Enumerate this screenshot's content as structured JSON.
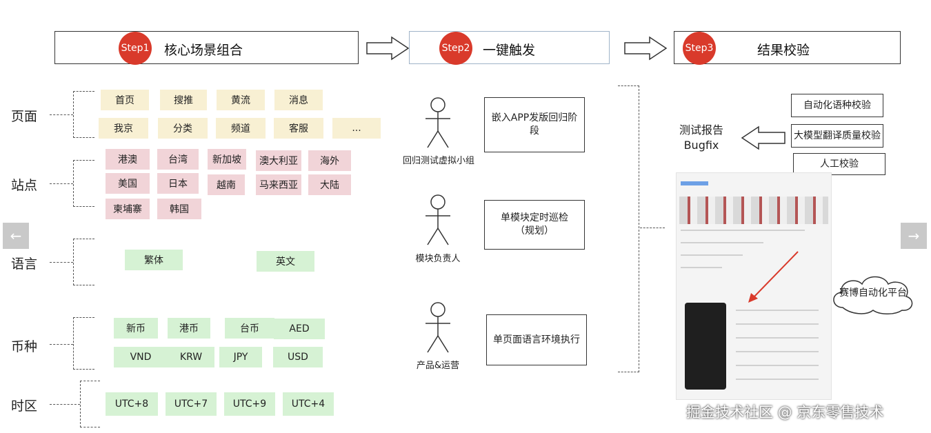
{
  "steps": [
    {
      "badge": "Step1",
      "title": "核心场景组合"
    },
    {
      "badge": "Step2",
      "title": "一键触发"
    },
    {
      "badge": "Step3",
      "title": "结果校验"
    }
  ],
  "rows": {
    "page": {
      "label": "页面",
      "tags": [
        "首页",
        "搜推",
        "黄流",
        "消息",
        "我京",
        "分类",
        "频道",
        "客服",
        "..."
      ]
    },
    "site": {
      "label": "站点",
      "tags": [
        "港澳",
        "台湾",
        "新加坡",
        "澳大利亚",
        "海外",
        "美国",
        "日本",
        "越南",
        "马来西亚",
        "大陆",
        "柬埔寨",
        "韩国"
      ]
    },
    "language": {
      "label": "语言",
      "tags": [
        "繁体",
        "英文"
      ]
    },
    "currency": {
      "label": "币种",
      "tags": [
        "新币",
        "港币",
        "台币",
        "AED",
        "VND",
        "KRW",
        "JPY",
        "USD"
      ]
    },
    "timezone": {
      "label": "时区",
      "tags": [
        "UTC+8",
        "UTC+7",
        "UTC+9",
        "UTC+4"
      ]
    }
  },
  "triggers": [
    {
      "actor": "回归测试虚拟小组",
      "line1": "嵌入APP发版回归阶",
      "line2": "段"
    },
    {
      "actor": "模块负责人",
      "line1": "单模块定时巡检",
      "line2": "（规划）"
    },
    {
      "actor": "产品&运营",
      "line1": "单页面语言环境执行",
      "line2": ""
    }
  ],
  "checks": [
    "自动化语种校验",
    "大模型翻译质量校验",
    "人工校验"
  ],
  "report": {
    "line1": "测试报告",
    "line2": "Bugfix"
  },
  "platform": "赛博自动化平台",
  "watermark": "掘金技术社区 @ 京东零售技术",
  "nav": {
    "prev": "←",
    "next": "→"
  },
  "colors": {
    "step_badge": "#d93a2b",
    "page_tag": "#f8f0d3",
    "site_tag": "#f1d4d8",
    "green_tag": "#d6f2d4"
  }
}
